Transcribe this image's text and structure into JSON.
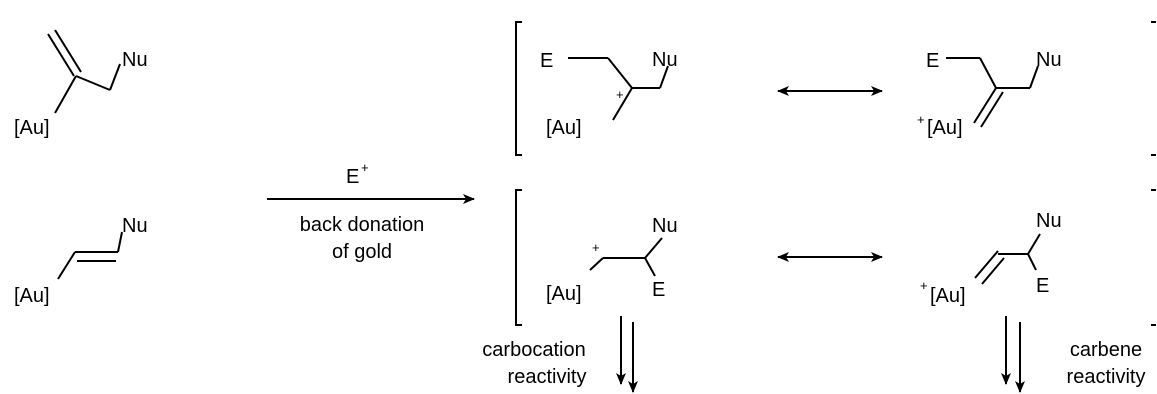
{
  "labels": {
    "nu": "Nu",
    "au": "[Au]",
    "e": "E",
    "plus": "+",
    "au_cation": "+[Au]"
  },
  "reaction": {
    "reagent": "E",
    "reagent_charge": "+",
    "condition_line1": "back donation",
    "condition_line2": "of gold"
  },
  "reactivity": {
    "carbocation_line1": "carbocation",
    "carbocation_line2": "reactivity",
    "carbene_line1": "carbene",
    "carbene_line2": "reactivity"
  },
  "colors": {
    "ink": "#000000",
    "background": "#ffffff"
  }
}
